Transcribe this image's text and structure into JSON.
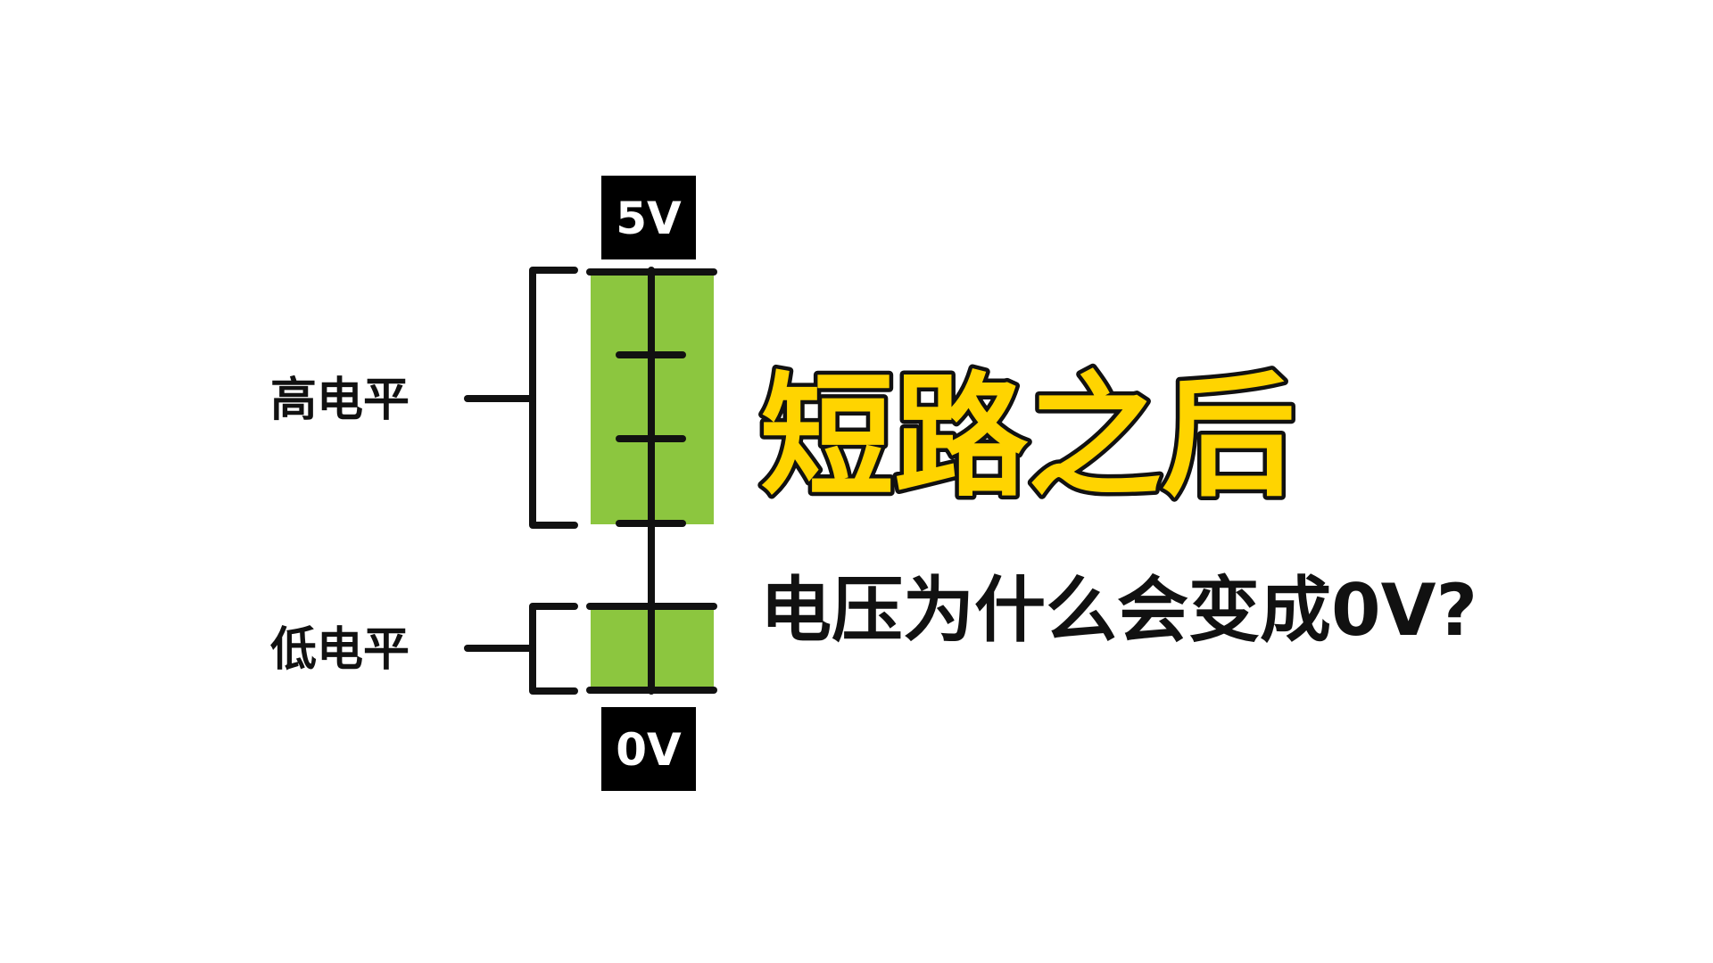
{
  "diagram": {
    "top_voltage": "5V",
    "bottom_voltage": "0V",
    "high_level_label": "高电平",
    "low_level_label": "低电平",
    "high_band_color": "#8cc63f",
    "low_band_color": "#8cc63f",
    "line_color": "#111111"
  },
  "heading": {
    "title": "短路之后",
    "title_fill": "#ffd400",
    "subtitle": "电压为什么会变成0V?"
  }
}
